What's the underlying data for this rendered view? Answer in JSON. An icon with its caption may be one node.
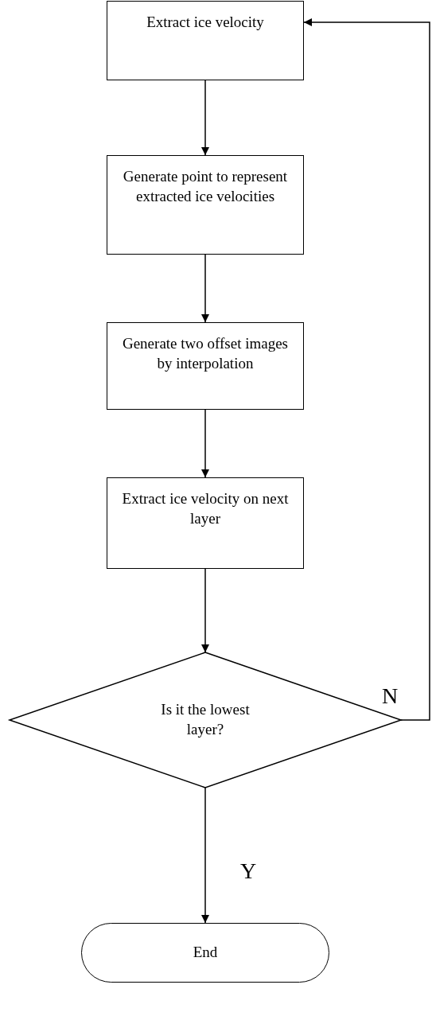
{
  "diagram": {
    "nodes": [
      {
        "text": [
          "Extract ice velocity"
        ]
      },
      {
        "text": [
          "Generate point to represent extracted ice velocities"
        ]
      },
      {
        "text": [
          "Generate two offset images by interpolation"
        ]
      },
      {
        "text": [
          "Extract ice velocity on next layer"
        ]
      },
      {
        "text": [
          "Is it the lowest layer?"
        ]
      },
      {
        "text": [
          "End"
        ]
      }
    ],
    "edges": [
      {
        "from": 0,
        "to": 1,
        "arrow": "to"
      },
      {
        "from": 1,
        "to": 2,
        "arrow": "to"
      },
      {
        "from": 2,
        "to": 3,
        "arrow": "to"
      },
      {
        "from": 3,
        "to": 4,
        "arrow": "to"
      },
      {
        "from": 4,
        "to": 5,
        "arrow": "to",
        "label": "Y"
      },
      {
        "from": 4,
        "to": 0,
        "arrow": "to",
        "label": "N"
      }
    ]
  }
}
